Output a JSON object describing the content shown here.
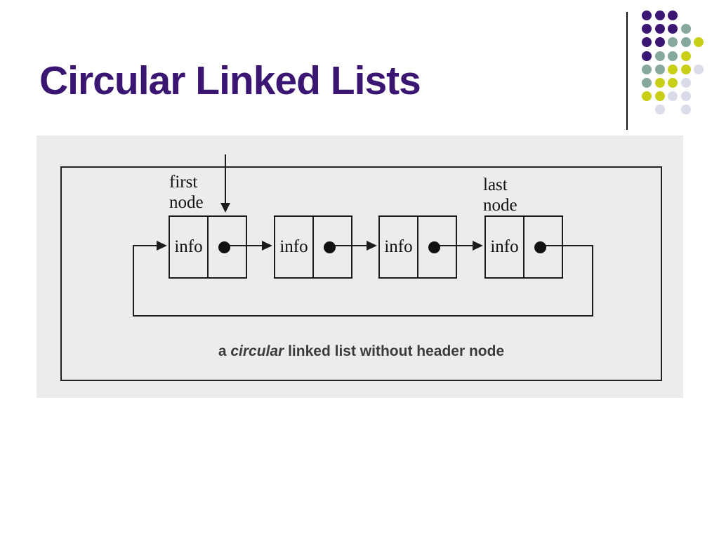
{
  "slide": {
    "title": "Circular Linked Lists",
    "title_color": "#3A1572",
    "background_color": "#FFFFFF"
  },
  "decor": {
    "separator_color": "#111111",
    "dot_grid": {
      "rows": [
        "PPP..",
        "PPPT.",
        "PPTTY",
        "PTTY.",
        "TTYYG",
        "TYYG.",
        "YYGG.",
        ".G.G."
      ],
      "colors": {
        "P": "#3B1773",
        "T": "#87A89F",
        "Y": "#C9CE16",
        "G": "#DBDCE9"
      }
    }
  },
  "diagram": {
    "panel_color": "#ECECEC",
    "line_color": "#1c1c1c",
    "first_node_label": "first\nnode",
    "last_node_label": "last\nnode",
    "nodes": [
      {
        "label": "info"
      },
      {
        "label": "info"
      },
      {
        "label": "info"
      },
      {
        "label": "info"
      }
    ],
    "caption": {
      "pre": "a ",
      "italic": "circular",
      "post": " linked list without header node"
    }
  }
}
